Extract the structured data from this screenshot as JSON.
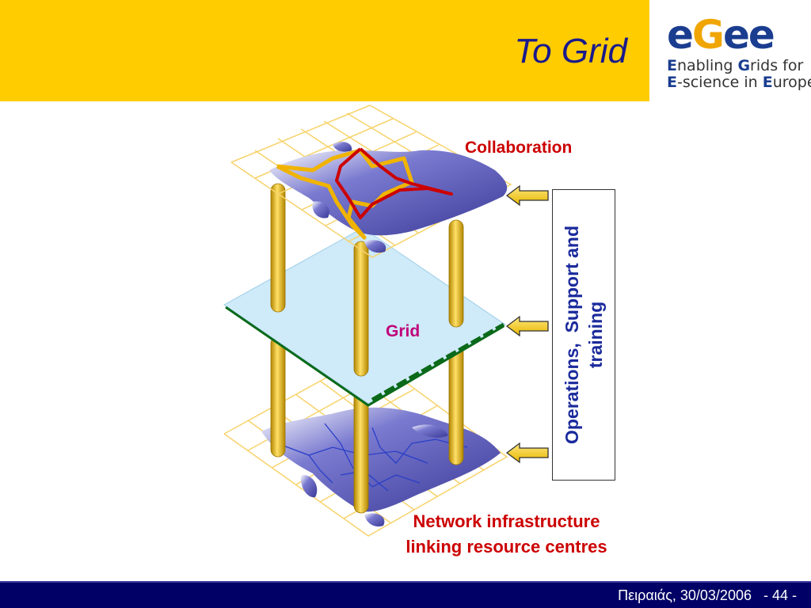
{
  "slide": {
    "title": "To Grid",
    "footer": "Πειραιάς, 30/03/2006   - 44 -"
  },
  "logo": {
    "mark_e1": "e",
    "mark_g": "G",
    "mark_ee": "ee",
    "line1_cap1": "E",
    "line1_rest1": "nabling ",
    "line1_cap2": "G",
    "line1_rest2": "rids for",
    "line2_cap1": "E",
    "line2_rest1": "-science in ",
    "line2_cap2": "E",
    "line2_rest2": "urope"
  },
  "diagram": {
    "layers": {
      "top": "Collaboration",
      "middle": "Grid",
      "bottom_line1": "Network infrastructure",
      "bottom_line2": "linking resource centres"
    },
    "side_box": {
      "line1": "Operations,  Support and",
      "line2": "training"
    }
  },
  "colors": {
    "header": "#ffcc00",
    "title": "#1a1a8c",
    "footer": "#000066",
    "label_red": "#cc0000",
    "label_grid": "#c0007a",
    "pillar": "#e6b800",
    "map_land": "#5a5ab4",
    "grid_plane": "#cfeaf9"
  }
}
